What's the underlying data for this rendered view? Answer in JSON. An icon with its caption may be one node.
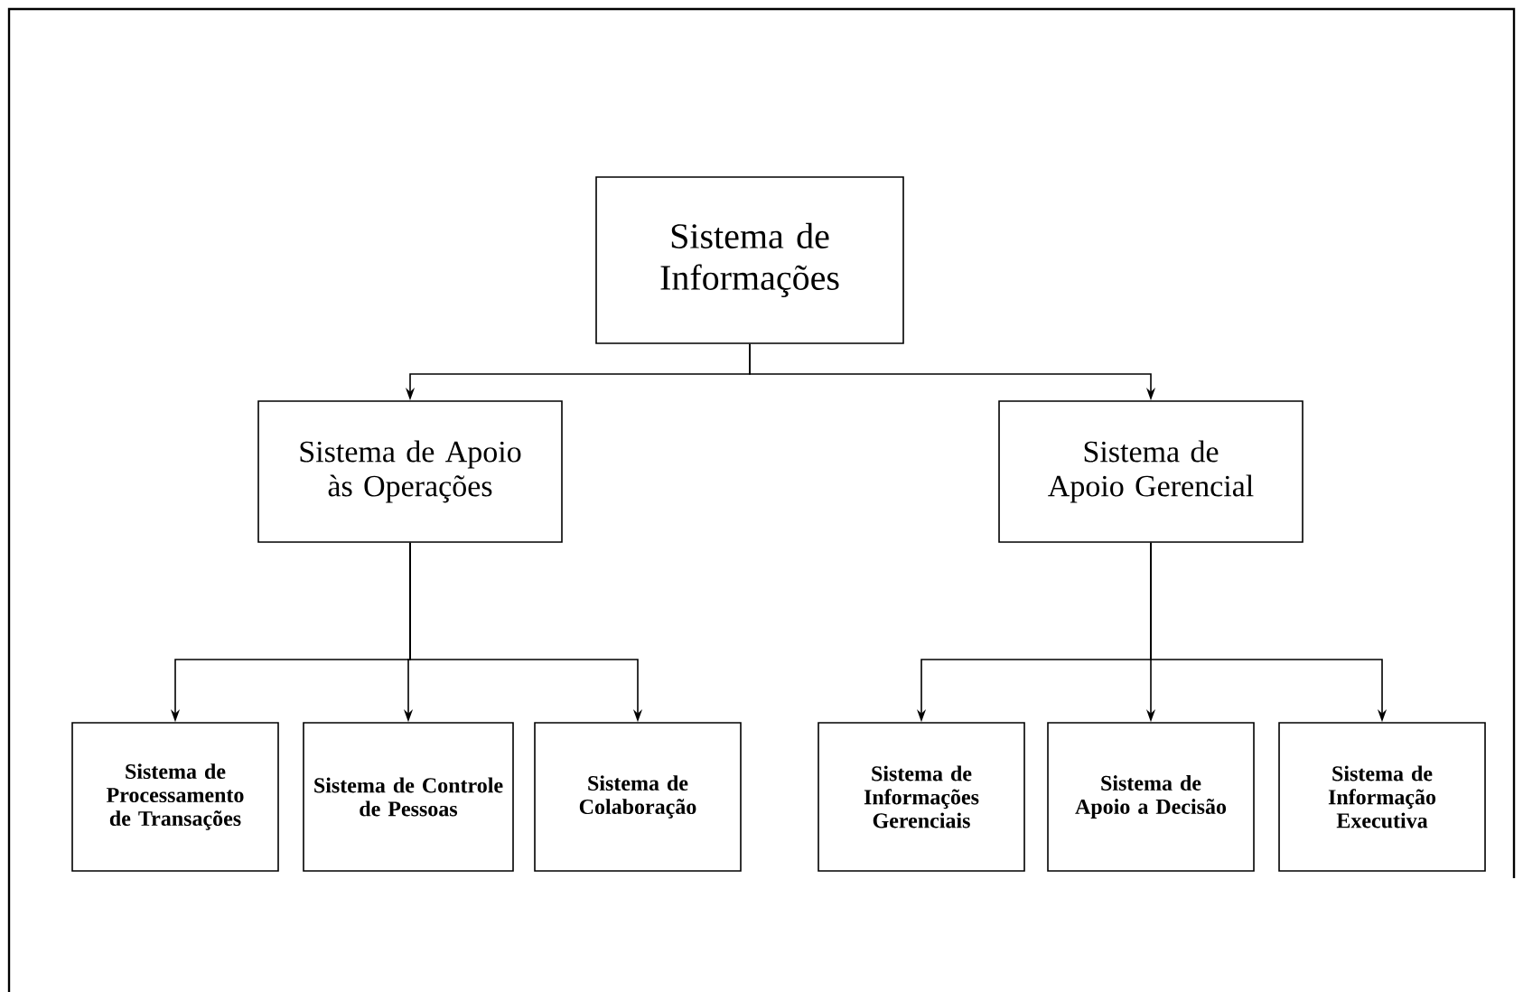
{
  "diagram": {
    "nodes": [
      {
        "text": [
          "Sistema de Informações"
        ]
      },
      {
        "text": [
          "Sistema de Apoio às Operações"
        ]
      },
      {
        "text": [
          "Sistema de Apoio Gerencial"
        ]
      },
      {
        "text": [
          "Sistema de Processamento de Transações"
        ]
      },
      {
        "text": [
          "Sistema de Controle de Pessoas"
        ]
      },
      {
        "text": [
          "Sistema de Colaboração"
        ]
      },
      {
        "text": [
          "Sistema de Informações Gerenciais"
        ]
      },
      {
        "text": [
          "Sistema de Apoio a Decisão"
        ]
      },
      {
        "text": [
          "Sistema de Informação Executiva"
        ]
      }
    ],
    "edges": [
      {
        "from": 0,
        "to": 1,
        "arrow": "to"
      },
      {
        "from": 0,
        "to": 2,
        "arrow": "to"
      },
      {
        "from": 1,
        "to": 3,
        "arrow": "to"
      },
      {
        "from": 1,
        "to": 4,
        "arrow": "to"
      },
      {
        "from": 1,
        "to": 5,
        "arrow": "to"
      },
      {
        "from": 2,
        "to": 6,
        "arrow": "to"
      },
      {
        "from": 2,
        "to": 7,
        "arrow": "to"
      },
      {
        "from": 2,
        "to": 8,
        "arrow": "to"
      }
    ]
  }
}
